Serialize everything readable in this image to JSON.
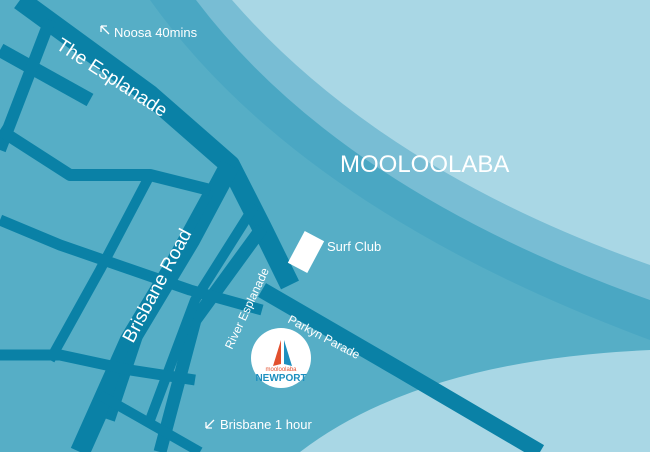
{
  "map": {
    "area_label": "MOOLOOLABA",
    "streets": {
      "esplanade": "The Esplanade",
      "brisbane_road": "Brisbane Road",
      "river_esplanade": "River Esplanade",
      "parkyn_parade": "Parkyn Parade"
    },
    "landmarks": {
      "surf_club": "Surf Club"
    },
    "directions": {
      "noosa": "Noosa 40mins",
      "brisbane": "Brisbane 1 hour"
    },
    "logo": {
      "brand_top": "mooloolaba",
      "brand_main": "NEWPORT"
    },
    "colors": {
      "land": "#56aec6",
      "road": "#0a81a6",
      "ocean_deep": "#4aa7c3",
      "ocean_mid": "#78bdd4",
      "ocean_light": "#a9d7e5",
      "logo_bg": "#ffffff",
      "logo_red": "#e2502e",
      "logo_blue": "#1d8fbf"
    }
  }
}
